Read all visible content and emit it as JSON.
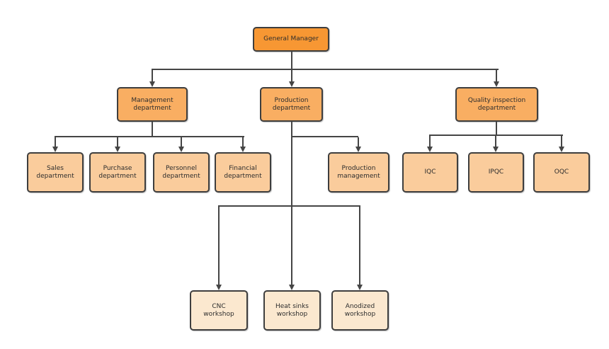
{
  "diagram": {
    "type": "org-chart",
    "nodes": [
      {
        "id": "general-manager",
        "label": "General Manager",
        "level": 1,
        "parent": null
      },
      {
        "id": "management-department",
        "label": "Management department",
        "level": 2,
        "parent": "general-manager"
      },
      {
        "id": "production-department",
        "label": "Production department",
        "level": 2,
        "parent": "general-manager"
      },
      {
        "id": "quality-inspection-department",
        "label": "Quality inspection department",
        "level": 2,
        "parent": "general-manager"
      },
      {
        "id": "sales-department",
        "label": "Sales department",
        "level": 3,
        "parent": "management-department"
      },
      {
        "id": "purchase-department",
        "label": "Purchase department",
        "level": 3,
        "parent": "management-department"
      },
      {
        "id": "personnel-department",
        "label": "Personnel department",
        "level": 3,
        "parent": "management-department"
      },
      {
        "id": "financial-department",
        "label": "Financial department",
        "level": 3,
        "parent": "management-department"
      },
      {
        "id": "production-management",
        "label": "Production management",
        "level": 3,
        "parent": "production-department"
      },
      {
        "id": "iqc",
        "label": "IQC",
        "level": 3,
        "parent": "quality-inspection-department"
      },
      {
        "id": "ipqc",
        "label": "IPQC",
        "level": 3,
        "parent": "quality-inspection-department"
      },
      {
        "id": "oqc",
        "label": "OQC",
        "level": 3,
        "parent": "quality-inspection-department"
      },
      {
        "id": "cnc-workshop",
        "label": "CNC workshop",
        "level": 4,
        "parent": "production-department"
      },
      {
        "id": "heat-sinks-workshop",
        "label": "Heat sinks workshop",
        "level": 4,
        "parent": "production-department"
      },
      {
        "id": "anodized-workshop",
        "label": "Anodized workshop",
        "level": 4,
        "parent": "production-department"
      }
    ]
  },
  "colors": {
    "level1_fill": "#F79733",
    "level2_fill": "#F9AE62",
    "level3_fill": "#FACC9C",
    "level4_fill": "#FBE8CF",
    "box_border": "#3E3E3E",
    "connector": "#454545",
    "text": "#2D2D2D",
    "background": "#FFFFFF"
  }
}
